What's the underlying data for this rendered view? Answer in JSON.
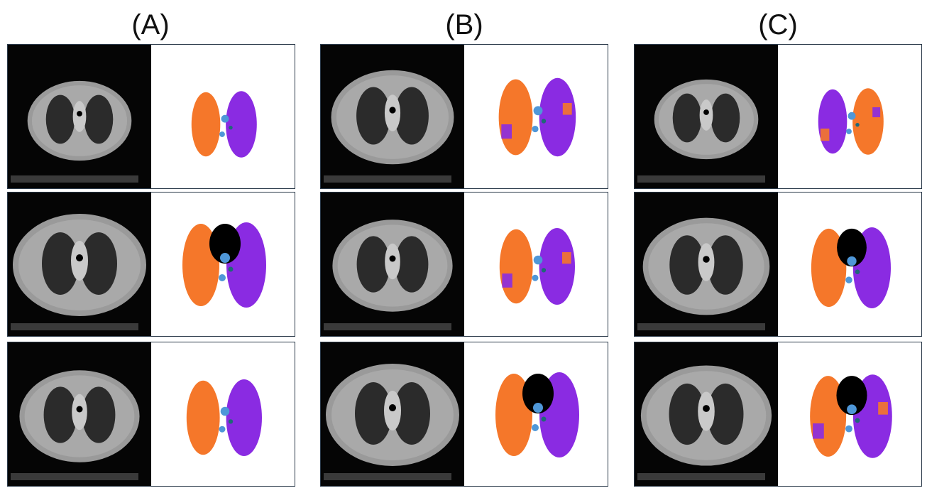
{
  "columns": [
    {
      "label": "(A)"
    },
    {
      "label": "(B)"
    },
    {
      "label": "(C)"
    }
  ],
  "colors": {
    "left_lung": "#f5772a",
    "right_lung": "#8a2be2",
    "airway": "#4f97d8",
    "vessel": "#1f6878",
    "mass": "#000000",
    "ct_background": "#050505",
    "ct_tissue": "#9a9a9a",
    "ct_lung": "#2b2b2b"
  },
  "panels": [
    {
      "column": "A",
      "row": 1,
      "ct_image": "axial-chest-ct",
      "segmentation": "lung-mask"
    },
    {
      "column": "A",
      "row": 2,
      "ct_image": "axial-chest-ct",
      "segmentation": "lung-mask"
    },
    {
      "column": "A",
      "row": 3,
      "ct_image": "axial-chest-ct",
      "segmentation": "lung-mask"
    },
    {
      "column": "B",
      "row": 1,
      "ct_image": "axial-chest-ct",
      "segmentation": "lung-mask"
    },
    {
      "column": "B",
      "row": 2,
      "ct_image": "axial-chest-ct",
      "segmentation": "lung-mask"
    },
    {
      "column": "B",
      "row": 3,
      "ct_image": "axial-chest-ct",
      "segmentation": "lung-mask"
    },
    {
      "column": "C",
      "row": 1,
      "ct_image": "axial-chest-ct",
      "segmentation": "lung-mask"
    },
    {
      "column": "C",
      "row": 2,
      "ct_image": "axial-chest-ct",
      "segmentation": "lung-mask"
    },
    {
      "column": "C",
      "row": 3,
      "ct_image": "axial-chest-ct",
      "segmentation": "lung-mask"
    }
  ]
}
